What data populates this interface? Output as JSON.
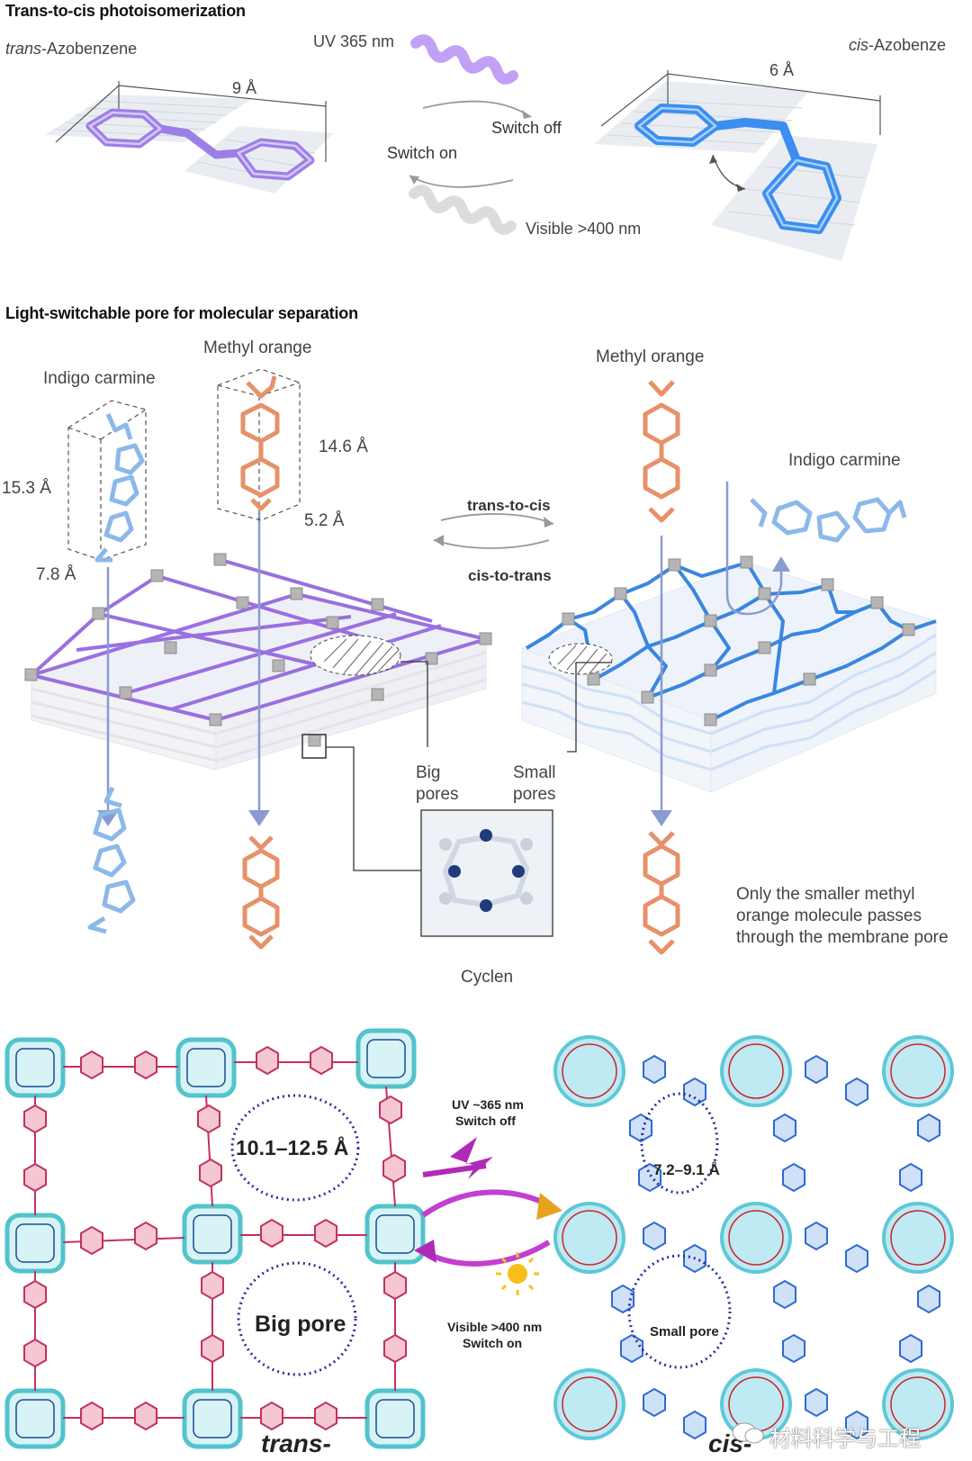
{
  "top": {
    "section_title": "Trans-to-cis photoisomerization",
    "trans_label_italic": "trans",
    "trans_label_rest": "-Azobenzene",
    "cis_label_italic": "cis",
    "cis_label_rest": "-Azobenze",
    "trans_dim": "9 Å",
    "cis_dim": "6 Å",
    "uv_label": "UV 365 nm",
    "switch_off": "Switch off",
    "switch_on": "Switch on",
    "visible_label": "Visible >400 nm"
  },
  "middle": {
    "section_title": "Light-switchable pore for molecular separation",
    "indigo_left": "Indigo carmine",
    "methyl_left": "Methyl orange",
    "methyl_right": "Methyl orange",
    "indigo_right": "Indigo carmine",
    "dim_153": "15.3 Å",
    "dim_78": "7.8 Å",
    "dim_146": "14.6 Å",
    "dim_52": "5.2 Å",
    "trans_to_cis": "trans-to-cis",
    "cis_to_trans": "cis-to-trans",
    "big_pores_1": "Big",
    "big_pores_2": "pores",
    "small_pores_1": "Small",
    "small_pores_2": "pores",
    "cyclen": "Cyclen",
    "caption_1": "Only the smaller methyl",
    "caption_2": "orange molecule passes",
    "caption_3": "through the membrane pore"
  },
  "bottom": {
    "pore_big_size": "10.1–12.5 Å",
    "big_pore": "Big pore",
    "pore_small_size": "7.2–9.1 Å",
    "small_pore": "Small pore",
    "uv_1": "UV ~365 nm",
    "uv_2": "Switch off",
    "vis_1": "Visible >400 nm",
    "vis_2": "Switch on",
    "trans": "trans-",
    "cis": "cis-",
    "watermark": "材料科学与工程"
  }
}
